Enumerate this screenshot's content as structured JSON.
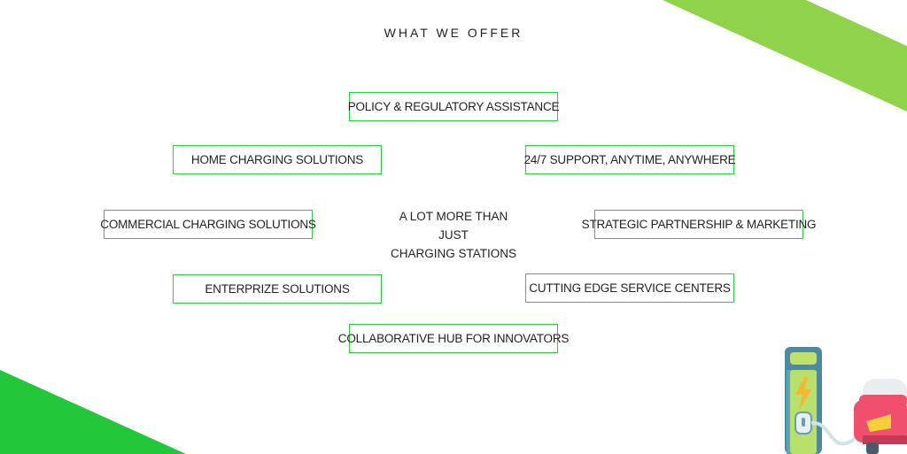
{
  "heading": "WHAT WE OFFER",
  "center": {
    "line1": "A LOT MORE THAN JUST",
    "line2": "CHARGING STATIONS"
  },
  "offers": {
    "policy": "POLICY & REGULATORY ASSISTANCE",
    "home": "HOME CHARGING SOLUTIONS",
    "support": "24/7 SUPPORT, ANYTIME, ANYWHERE",
    "commercial": "COMMERCIAL CHARGING SOLUTIONS",
    "strategic": "STRATEGIC PARTNERSHIP & MARKETING",
    "enterprise": "ENTERPRIZE SOLUTIONS",
    "service": "CUTTING EDGE SERVICE CENTERS",
    "hub": "COLLABORATIVE HUB FOR INNOVATORS"
  },
  "colors": {
    "accent_green": "#2ecc40",
    "light_green": "#8fd34a",
    "bright_green": "#22c83a"
  },
  "icons": {
    "charger": "ev-charger-icon",
    "car": "electric-car-icon"
  }
}
